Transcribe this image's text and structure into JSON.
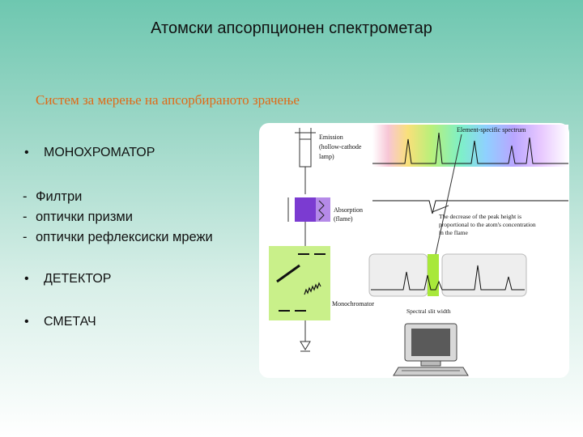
{
  "title": "Атомски апсорпционен спектрометар",
  "subtitle": "Систем за мерење на апсорбираното зрачење",
  "bullets": {
    "monochromator": "МОНОХРОМАТОР",
    "detector": "ДЕТЕКТОР",
    "computer": "СМЕТАЧ"
  },
  "bullet_symbol": "•",
  "dash_symbol": "-",
  "sub_items": [
    "Филтри",
    "оптички призми",
    "оптички рефлексиски мрежи"
  ],
  "diagram": {
    "labels": {
      "emission": "Emission",
      "lamp1": "(hollow-cathode",
      "lamp2": "lamp)",
      "absorption": "Absorption",
      "flame": "(flame)",
      "element_spectrum": "Element-specific spectrum",
      "decrease1": "The decrease of the peak height is",
      "decrease2": "proportional to the atom's concentration",
      "decrease3": "in the flame",
      "monochromator": "Monochromator",
      "slit_width": "Spectral slit width"
    },
    "colors": {
      "monochromator_box": "#c9f08a",
      "absorption_cell": "#7b3bd1",
      "slit_highlight": "#a8e83a",
      "subtitle": "#e06a17"
    }
  }
}
